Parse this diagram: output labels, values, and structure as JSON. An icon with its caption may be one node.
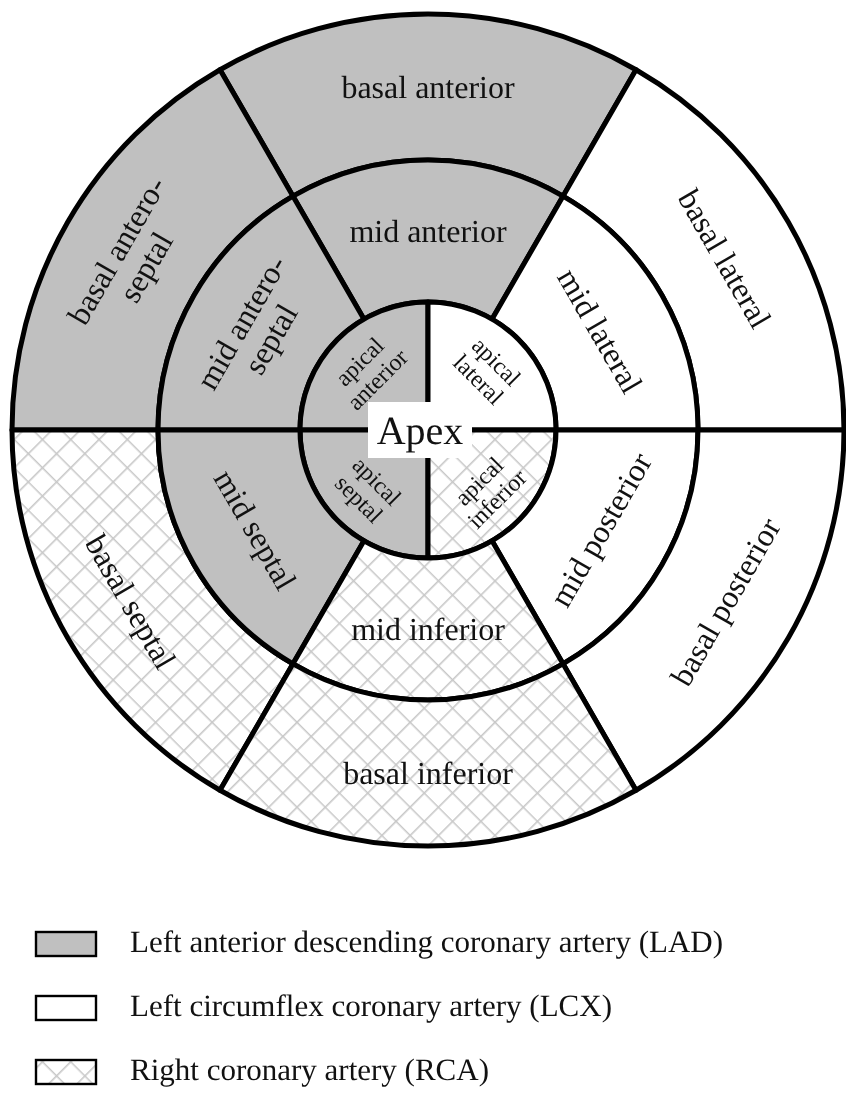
{
  "diagram": {
    "nodes": [
      {
        "text": [
          "basal anterior"
        ]
      },
      {
        "text": [
          "basal antero- septal"
        ]
      },
      {
        "text": [
          "basal lateral"
        ]
      },
      {
        "text": [
          "mid anterior"
        ]
      },
      {
        "text": [
          "mid antero- septal"
        ]
      },
      {
        "text": [
          "mid lateral"
        ]
      },
      {
        "text": [
          "apical anterior"
        ]
      },
      {
        "text": [
          "apical lateral"
        ]
      },
      {
        "text": [
          "apical septal"
        ]
      },
      {
        "text": [
          "apical inferior"
        ]
      },
      {
        "text": [
          "basal septal"
        ]
      },
      {
        "text": [
          "mid septal"
        ]
      },
      {
        "text": [
          "mid posterior"
        ]
      },
      {
        "text": [
          "basal posterior"
        ]
      },
      {
        "text": [
          "mid inferior"
        ]
      },
      {
        "text": [
          "basal inferior"
        ]
      }
    ],
    "labels": [
      "Apex"
    ],
    "legend": [
      {
        "text": "Left anterior descending coronary artery (LAD)",
        "color": "#c0c0c0"
      },
      {
        "text": "Left circumflex coronary artery (LCX)",
        "color": "#ffffff"
      },
      {
        "text": "Right coronary artery (RCA)"
      }
    ]
  }
}
